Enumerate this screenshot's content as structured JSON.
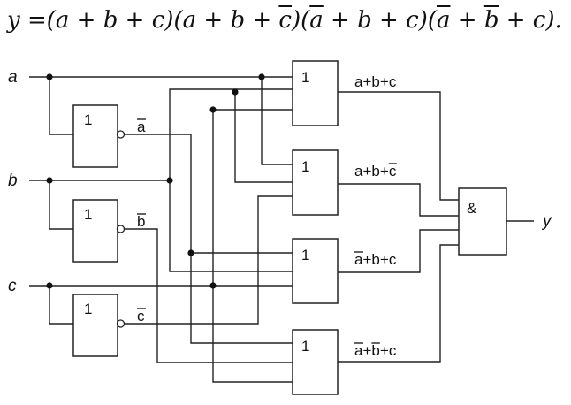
{
  "equation": {
    "parts": [
      {
        "text": "y",
        "overline": false
      },
      {
        "text": " =(",
        "overline": false
      },
      {
        "text": "a",
        "overline": false
      },
      {
        "text": " + ",
        "overline": false
      },
      {
        "text": "b",
        "overline": false
      },
      {
        "text": " + ",
        "overline": false
      },
      {
        "text": "c",
        "overline": false
      },
      {
        "text": ")(",
        "overline": false
      },
      {
        "text": "a",
        "overline": false
      },
      {
        "text": " + ",
        "overline": false
      },
      {
        "text": "b",
        "overline": false
      },
      {
        "text": " + ",
        "overline": false
      },
      {
        "text": "c",
        "overline": true
      },
      {
        "text": ")(",
        "overline": false
      },
      {
        "text": "a",
        "overline": true
      },
      {
        "text": " + ",
        "overline": false
      },
      {
        "text": "b",
        "overline": false
      },
      {
        "text": " + ",
        "overline": false
      },
      {
        "text": "c",
        "overline": false
      },
      {
        "text": ")(",
        "overline": false
      },
      {
        "text": "a",
        "overline": true
      },
      {
        "text": " + ",
        "overline": false
      },
      {
        "text": "b",
        "overline": true
      },
      {
        "text": " + ",
        "overline": false
      },
      {
        "text": "c",
        "overline": false
      },
      {
        "text": ").",
        "overline": false
      }
    ]
  },
  "inputs": [
    {
      "id": "a",
      "label": "a"
    },
    {
      "id": "b",
      "label": "b"
    },
    {
      "id": "c",
      "label": "c"
    }
  ],
  "inverters": [
    {
      "id": "not-a",
      "symbol": "1",
      "output": {
        "text": "a",
        "overline": true
      }
    },
    {
      "id": "not-b",
      "symbol": "1",
      "output": {
        "text": "b",
        "overline": true
      }
    },
    {
      "id": "not-c",
      "symbol": "1",
      "output": {
        "text": "c",
        "overline": true
      }
    }
  ],
  "or_gates": [
    {
      "id": "or-1",
      "symbol": "1",
      "output": [
        {
          "t": "a",
          "o": false
        },
        {
          "t": "+",
          "o": false
        },
        {
          "t": "b",
          "o": false
        },
        {
          "t": "+",
          "o": false
        },
        {
          "t": "c",
          "o": false
        }
      ]
    },
    {
      "id": "or-2",
      "symbol": "1",
      "output": [
        {
          "t": "a",
          "o": false
        },
        {
          "t": "+",
          "o": false
        },
        {
          "t": "b",
          "o": false
        },
        {
          "t": "+",
          "o": false
        },
        {
          "t": "c",
          "o": true
        }
      ]
    },
    {
      "id": "or-3",
      "symbol": "1",
      "output": [
        {
          "t": "a",
          "o": true
        },
        {
          "t": "+",
          "o": false
        },
        {
          "t": "b",
          "o": false
        },
        {
          "t": "+",
          "o": false
        },
        {
          "t": "c",
          "o": false
        }
      ]
    },
    {
      "id": "or-4",
      "symbol": "1",
      "output": [
        {
          "t": "a",
          "o": true
        },
        {
          "t": "+",
          "o": false
        },
        {
          "t": "b",
          "o": true
        },
        {
          "t": "+",
          "o": false
        },
        {
          "t": "c",
          "o": false
        }
      ]
    }
  ],
  "and_gate": {
    "symbol": "&",
    "output": "y"
  }
}
